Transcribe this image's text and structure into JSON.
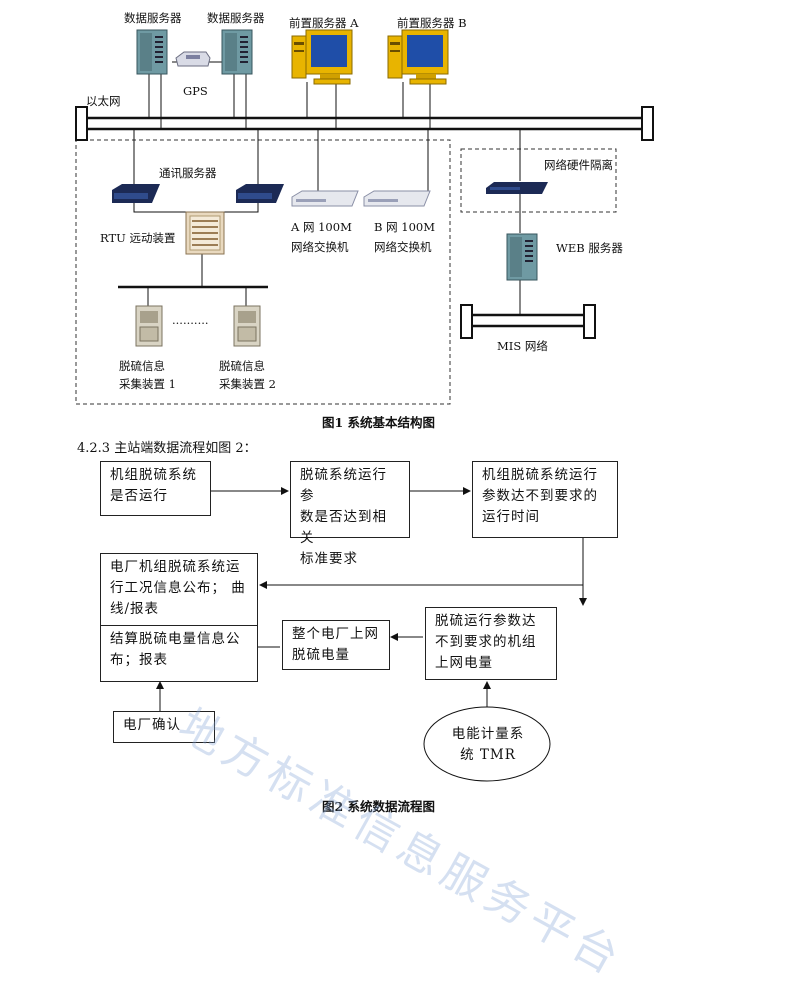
{
  "fig1": {
    "data_server_1": "数据服务器",
    "data_server_2": "数据服务器",
    "gps": "GPS",
    "front_server_a": "前置服务器 A",
    "front_server_b": "前置服务器 B",
    "ethernet": "以太网",
    "comm_server": "通讯服务器",
    "rtu": "RTU 远动装置",
    "switch_a_l1": "A  网   100M",
    "switch_a_l2": "网络交换机",
    "switch_b_l1": "B  网   100M",
    "switch_b_l2": "网络交换机",
    "isolation": "网络硬件隔离",
    "web_server": "WEB 服务器",
    "mis": "MIS 网络",
    "collector_1_l1": "脱硫信息",
    "collector_1_l2": "采集装置 1",
    "collector_2_l1": "脱硫信息",
    "collector_2_l2": "采集装置 2",
    "dots": "··········",
    "caption": "图1    系统基本结构图"
  },
  "section": {
    "heading": "4.2.3    主站端数据流程如图 2："
  },
  "fig2": {
    "box1": "机组脱硫系统\n是否运行",
    "box2": "脱硫系统运行参\n数是否达到相关\n标准要求",
    "box3": "机组脱硫系统运行\n参数达不到要求的\n运行时间",
    "box4": "电厂机组脱硫系统运\n行工况信息公布；  曲\n线/报表",
    "box5": "结算脱硫电量信息公\n布；报表",
    "box6": "整个电厂上网\n脱硫电量",
    "box7": "脱硫运行参数达\n不到要求的机组\n上网电量",
    "box8": "电厂确认",
    "ellipse": "电能计量系\n统 TMR",
    "caption": "图2    系统数据流程图"
  },
  "watermark": "地方标准信息服务平台",
  "colors": {
    "line": "#111111",
    "server_body": "#6f9aa3",
    "monitor_yellow": "#e8b400",
    "monitor_blue": "#1f4ea8",
    "device_dark": "#1c2a55",
    "switch_body": "#e6e8ee",
    "watermark": "#8aa8d8"
  },
  "icons": [
    "server-tower-icon",
    "gps-device-icon",
    "monitor-pc-icon",
    "router-icon",
    "network-switch-icon",
    "rtu-cabinet-icon",
    "collector-device-icon"
  ]
}
